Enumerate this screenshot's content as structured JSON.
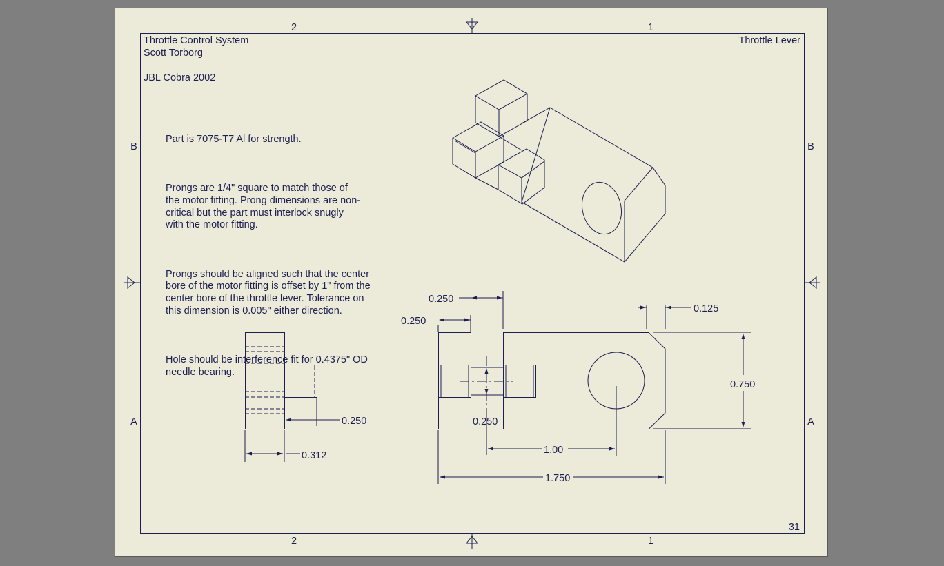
{
  "title_block": {
    "project": "Throttle Control System",
    "author": "Scott Torborg",
    "team": "JBL Cobra 2002",
    "part_name": "Throttle Lever",
    "sheet_number": "31"
  },
  "zones": {
    "col_left": "2",
    "col_right": "1",
    "row_top": "B",
    "row_bottom": "A"
  },
  "notes": [
    "Part is 7075-T7 Al for strength.",
    "Prongs are 1/4\" square to match those of\nthe motor fitting. Prong dimensions are non-\ncritical but the part must interlock snugly\nwith the motor fitting.",
    "Prongs should be aligned such that the center\nbore of the motor fitting is offset by 1\" from the\ncenter bore of the throttle lever. Tolerance on\nthis dimension is 0.005\" either direction.",
    "Hole should be interference fit for 0.4375\" OD\nneedle bearing."
  ],
  "dimensions": {
    "side_prong_length": "0.250",
    "side_body_width": "0.312",
    "top_prong_offset": "0.250",
    "top_prong_width": "0.250",
    "chamfer": "0.125",
    "height": "0.750",
    "prong_gap": "0.250",
    "hole_offset": "1.00",
    "overall_length": "1.750"
  },
  "colors": {
    "sheet": "#ecebd9",
    "background": "#7f7f7f",
    "line": "#1e1e50"
  }
}
